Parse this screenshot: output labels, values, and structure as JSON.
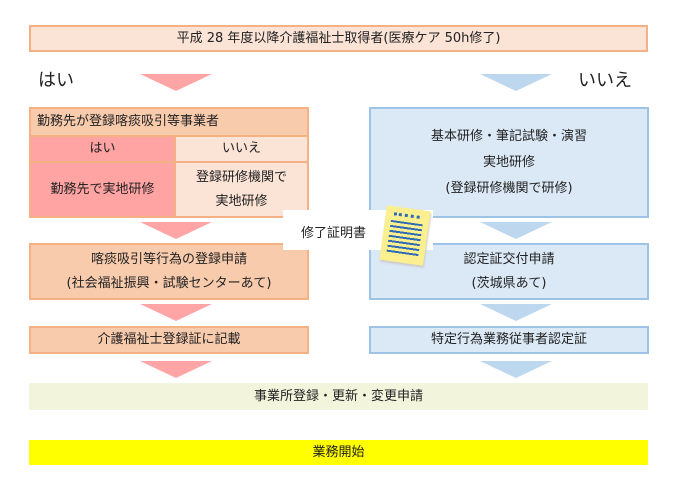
{
  "top": "平成 28 年度以降介護福祉士取得者(医療ケア 50h修了)",
  "yes": "はい",
  "no": "いいえ",
  "left": {
    "header": "勤務先が登録喀痰吸引等事業者",
    "yes": "はい",
    "no": "いいえ",
    "yes_body": "勤務先で実地研修",
    "no_body_1": "登録研修機関で",
    "no_body_2": "実地研修",
    "step2_1": "喀痰吸引等行為の登録申請",
    "step2_2": "(社会福祉振興・試験センターあて)",
    "step3": "介護福祉士登録証に記載"
  },
  "right": {
    "line1": "基本研修・筆記試験・演習",
    "line2": "実地研修",
    "line3": "(登録研修機関で研修)",
    "step2_1": "認定証交付申請",
    "step2_2": "(茨城県あて)",
    "step3": "特定行為業務従事者認定証"
  },
  "certificate": "修了証明書",
  "common": "事業所登録・更新・変更申請",
  "start": "業務開始"
}
